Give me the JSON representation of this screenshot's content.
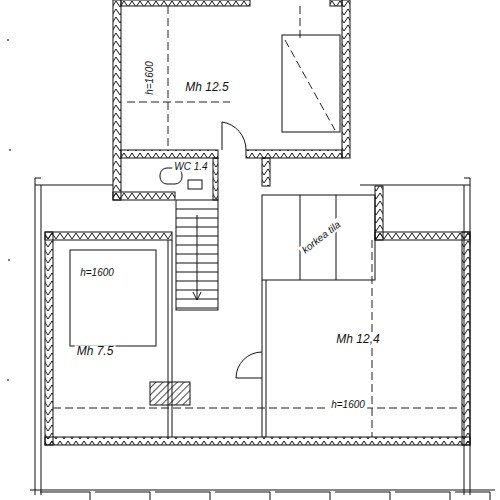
{
  "diagram": {
    "nodes": [
      {
        "text": [
          "Mh 12.5",
          "h=1600"
        ]
      },
      {
        "text": [
          "WC 1.4"
        ]
      },
      {
        "text": [
          "Mh 7.5",
          "h=1600"
        ]
      },
      {
        "text": [
          "Mh 12,4",
          "h=1600"
        ]
      },
      {
        "text": [
          "korkea tila"
        ]
      }
    ]
  }
}
